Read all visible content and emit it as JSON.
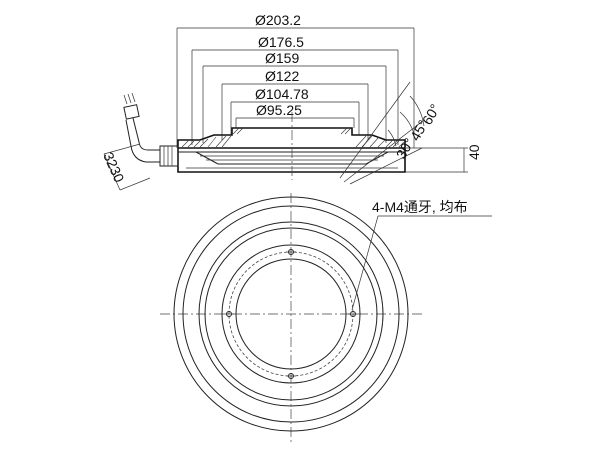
{
  "dimensions": {
    "d1": "Ø203.2",
    "d2": "Ø176.5",
    "d3": "Ø159",
    "d4": "Ø122",
    "d5": "Ø104.78",
    "d6": "Ø95.25",
    "height": "40",
    "cable": "3230"
  },
  "angles": {
    "a1": "60°",
    "a2": "45°",
    "a3": "30°"
  },
  "note": "4-M4通牙, 均布"
}
